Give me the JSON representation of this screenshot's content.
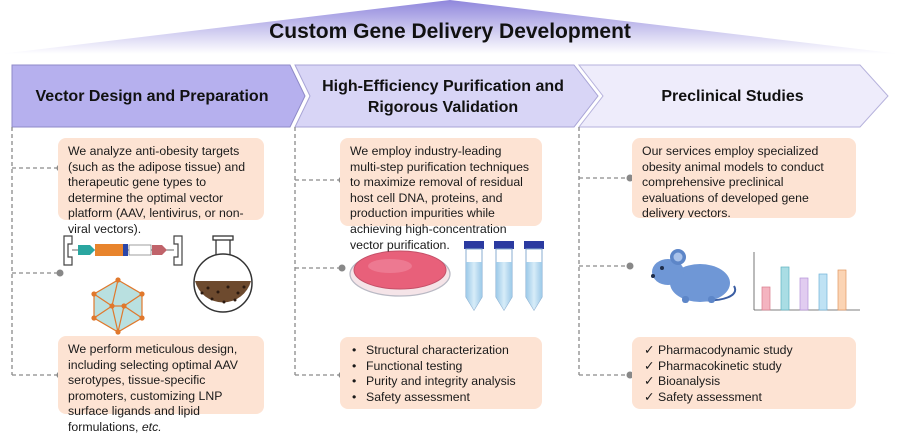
{
  "title": "Custom Gene Delivery Development",
  "columns": [
    {
      "heading_lines": [
        "Vector Design and Preparation"
      ],
      "card_top": "We analyze anti-obesity targets (such as the adipose tissue) and therapeutic gene types to determine the optimal vector platform  (AAV, lentivirus, or non-viral vectors).",
      "card_bottom_main": "We perform meticulous design, including selecting optimal AAV serotypes, tissue-specific promoters, customizing LNP surface ligands and lipid formulations, ",
      "card_bottom_em": "etc."
    },
    {
      "heading_lines": [
        "High-Efficiency Purification and",
        "Rigorous Validation"
      ],
      "card_top": "We employ industry-leading multi-step purification techniques to maximize removal of residual host cell DNA, proteins, and production impurities while achieving high-concentration vector purification.",
      "bullet_marker": "•",
      "items": [
        "Structural characterization",
        "Functional testing",
        "Purity and integrity analysis",
        "Safety assessment"
      ]
    },
    {
      "heading_lines": [
        "Preclinical Studies"
      ],
      "card_top": "Our services employ specialized obesity animal models to conduct comprehensive preclinical evaluations of developed gene delivery vectors.",
      "bullet_marker": "✓",
      "items": [
        "Pharmacodynamic study",
        "Pharmacokinetic study",
        "Bioanalysis",
        "Safety assessment"
      ]
    }
  ],
  "colors": {
    "roof_top": "#8f86dc",
    "roof_bottom": "#ffffff",
    "banner_1": "#b6b0ee",
    "banner_2": "#d8d5f6",
    "banner_3": "#eeecfb",
    "card": "#fde3d3",
    "connector": "#8a8a8a"
  },
  "icons": [
    "plasmid-icon",
    "aav-capsid-icon",
    "culture-flask-icon",
    "petri-dish-icon",
    "centrifuge-tube-icon",
    "mouse-icon",
    "bar-chart-icon"
  ]
}
